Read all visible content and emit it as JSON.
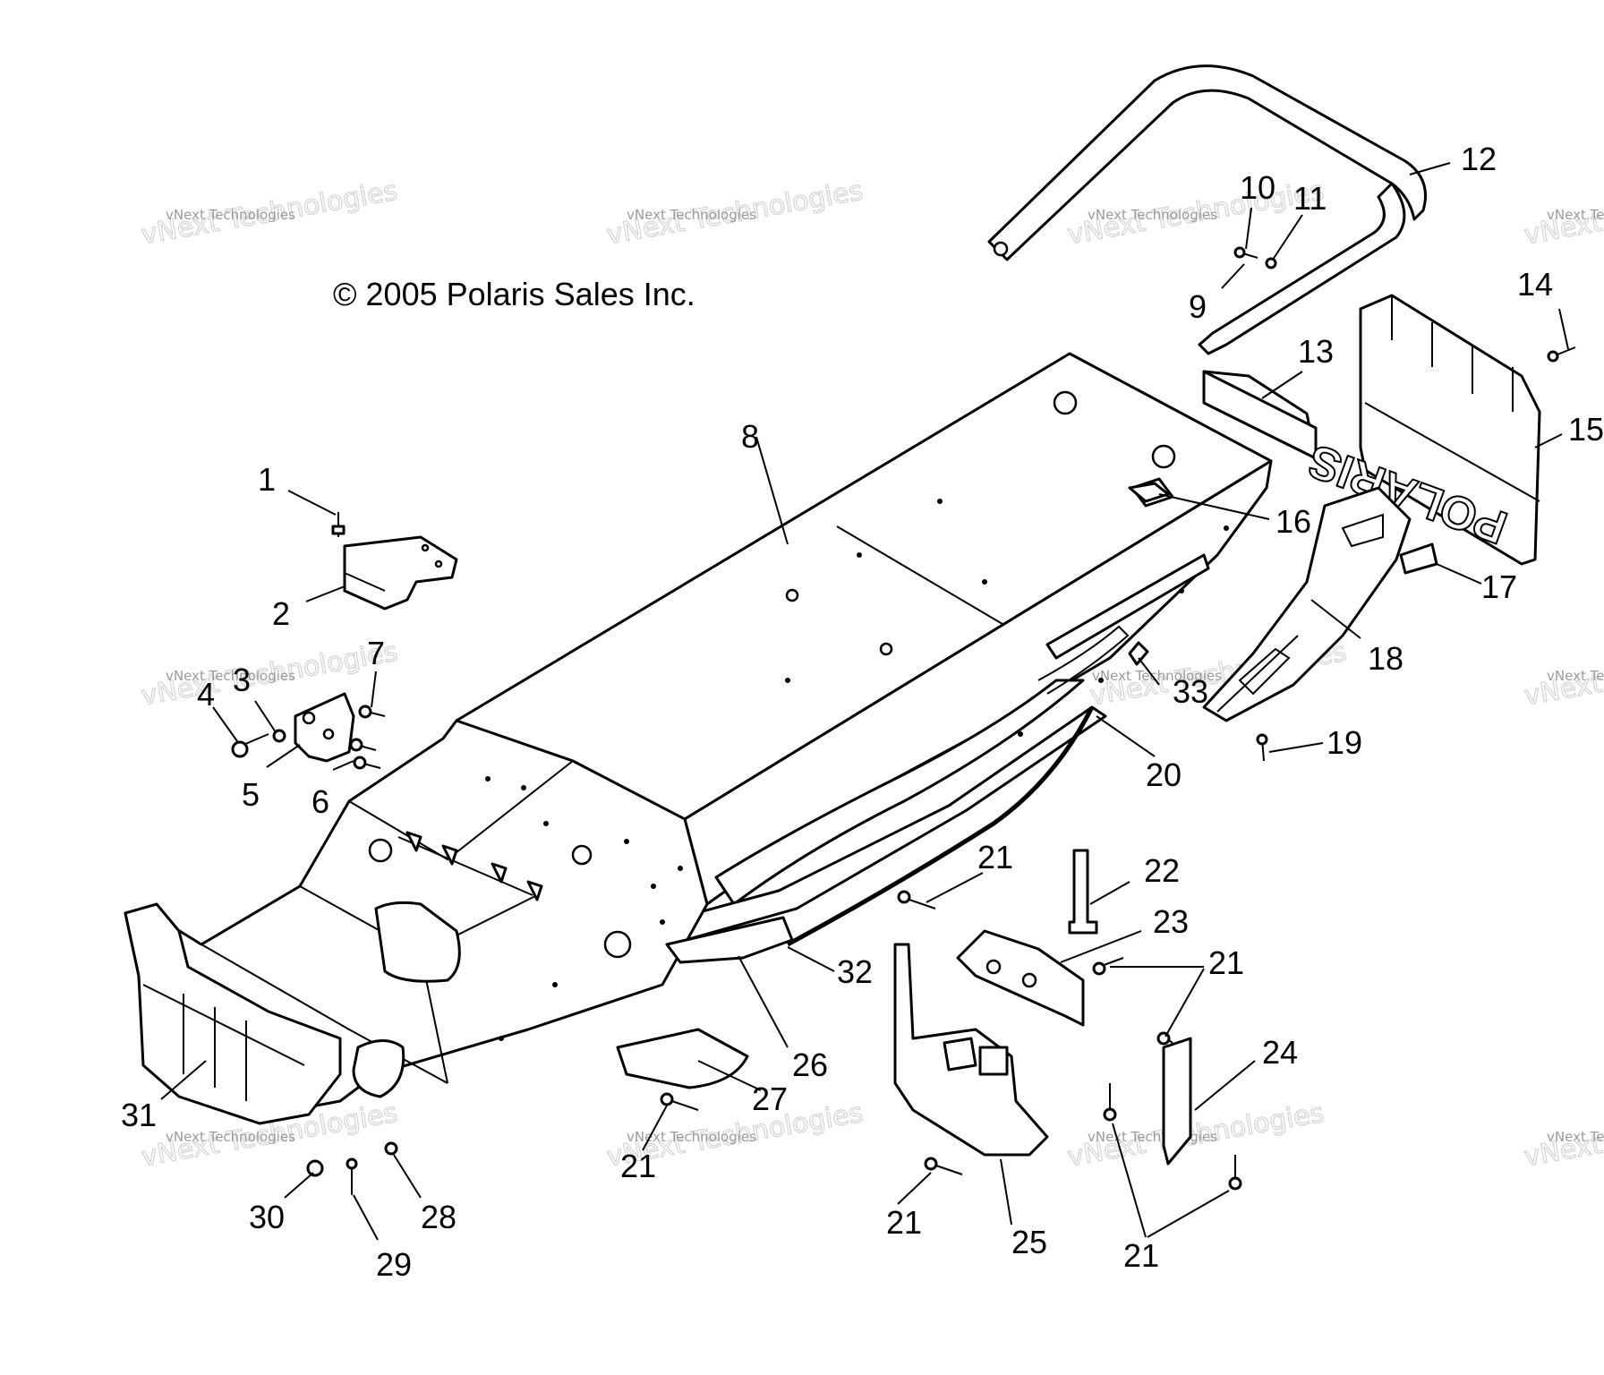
{
  "copyright": "© 2005 Polaris Sales Inc.",
  "watermark": {
    "name": "vNext Technologies",
    "big": "vNext Technologies"
  },
  "logo_text": "POLARIS",
  "callouts": {
    "c1": "1",
    "c2": "2",
    "c3": "3",
    "c4": "4",
    "c5": "5",
    "c6": "6",
    "c7": "7",
    "c8": "8",
    "c9": "9",
    "c10": "10",
    "c11": "11",
    "c12": "12",
    "c13": "13",
    "c14": "14",
    "c15": "15",
    "c16": "16",
    "c17": "17",
    "c18": "18",
    "c19": "19",
    "c20": "20",
    "c21a": "21",
    "c21b": "21",
    "c21c": "21",
    "c21d": "21",
    "c21e": "21",
    "c22": "22",
    "c23": "23",
    "c24": "24",
    "c25": "25",
    "c26": "26",
    "c27": "27",
    "c28": "28",
    "c29": "29",
    "c30": "30",
    "c31": "31",
    "c32": "32",
    "c33": "33"
  }
}
